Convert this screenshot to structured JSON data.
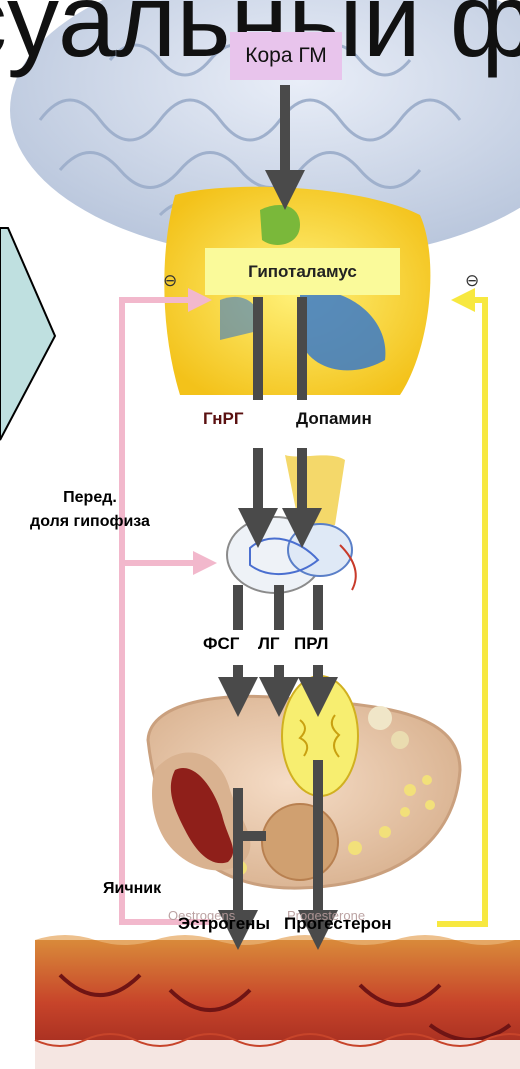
{
  "slide_title_fragment": "суальный ф",
  "nodes": {
    "cortex": "Кора ГМ",
    "hypothalamus": "Гипоталамус",
    "gnrh": "ГнРГ",
    "dopamine": "Допамин",
    "anterior_pituitary": "Перед.\nдоля гипофиза",
    "fsh": "ФСГ",
    "lh": "ЛГ",
    "prl": "ПРЛ",
    "ovary": "Яичник",
    "estrogens": "Эстрогены",
    "progesterone": "Прогестерон"
  },
  "faint_image_labels": {
    "oestrogens": "Oestrogens",
    "progesterone": "Progesterone"
  },
  "feedback_markers": {
    "left": "⊖",
    "right": "⊖"
  },
  "colors": {
    "arrow_dark": "#4a4a4a",
    "feedback_left": "#f2b8cc",
    "feedback_right": "#f7e840",
    "cortex_box": "#e8c4ec",
    "hypothalamus_box": "#fafa9a",
    "hormone_text": "#5a1010",
    "nav_chevron": "#bfe0e0"
  }
}
